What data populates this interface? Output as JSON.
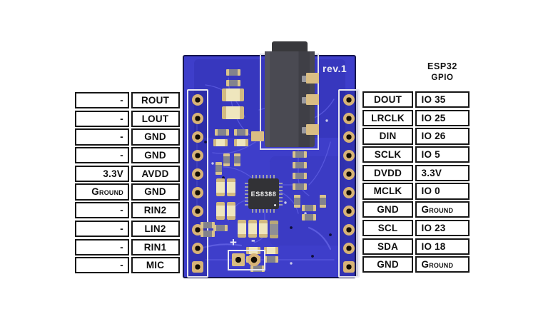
{
  "pcb": {
    "rev_label": "rev.1",
    "chip_label": "ES8388",
    "plus_label": "+",
    "minus_label": "-"
  },
  "right_header": {
    "line1": "ESP32",
    "line2": "GPIO"
  },
  "tables": {
    "left": {
      "rows": [
        [
          "-",
          "ROUT"
        ],
        [
          "-",
          "LOUT"
        ],
        [
          "-",
          "GND"
        ],
        [
          "-",
          "GND"
        ],
        [
          "3.3V",
          "AVDD"
        ],
        [
          "Ground",
          "GND"
        ],
        [
          "-",
          "RIN2"
        ],
        [
          "-",
          "LIN2"
        ],
        [
          "-",
          "RIN1"
        ],
        [
          "-",
          "MIC"
        ]
      ]
    },
    "right": {
      "rows": [
        [
          "DOUT",
          "IO 35"
        ],
        [
          "LRCLK",
          "IO 25"
        ],
        [
          "DIN",
          "IO 26"
        ],
        [
          "SCLK",
          "IO 5"
        ],
        [
          "DVDD",
          "3.3V"
        ],
        [
          "MCLK",
          "IO 0"
        ],
        [
          "GND",
          "Ground"
        ],
        [
          "SCL",
          "IO 23"
        ],
        [
          "SDA",
          "IO 18"
        ],
        [
          "GND",
          "Ground"
        ]
      ]
    }
  },
  "colors": {
    "board": "#3E3ECA",
    "board_outline": "#15154C",
    "trace": "#5A5ADF",
    "pad_gold": "#D7B377",
    "silkscreen": "#E8E8F2",
    "table_border": "#161616"
  }
}
